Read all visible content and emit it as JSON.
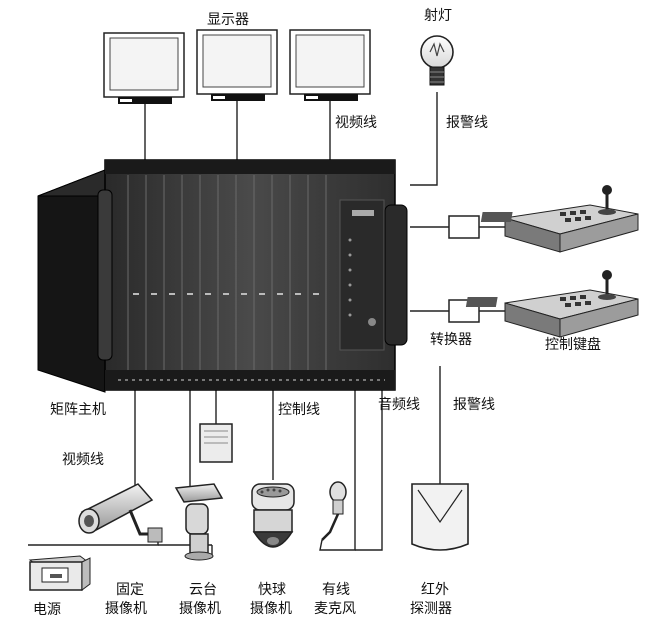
{
  "labels": {
    "monitor": "显示器",
    "spotlight": "射灯",
    "video_line_top": "视频线",
    "alarm_line_top": "报警线",
    "converter": "转换器",
    "control_keyboard": "控制键盘",
    "matrix_host": "矩阵主机",
    "video_line_bottom": "视频线",
    "control_line": "控制线",
    "audio_line": "音频线",
    "alarm_line_bottom": "报警线",
    "power": "电源",
    "fixed_camera_1": "固定",
    "fixed_camera_2": "摄像机",
    "pan_tilt_camera_1": "云台",
    "pan_tilt_camera_2": "摄像机",
    "speed_dome_1": "快球",
    "speed_dome_2": "摄像机",
    "wired_mic_1": "有线",
    "wired_mic_2": "麦克风",
    "infrared_detector_1": "红外",
    "infrared_detector_2": "探测器"
  },
  "colors": {
    "line": "#222222",
    "screen": "#f4f4f4",
    "rack_dark": "#1c1c1c",
    "rack_mid": "#3a3a3a",
    "rack_panel": "#5a5a5a",
    "keyboard": "#bdbdbd"
  }
}
